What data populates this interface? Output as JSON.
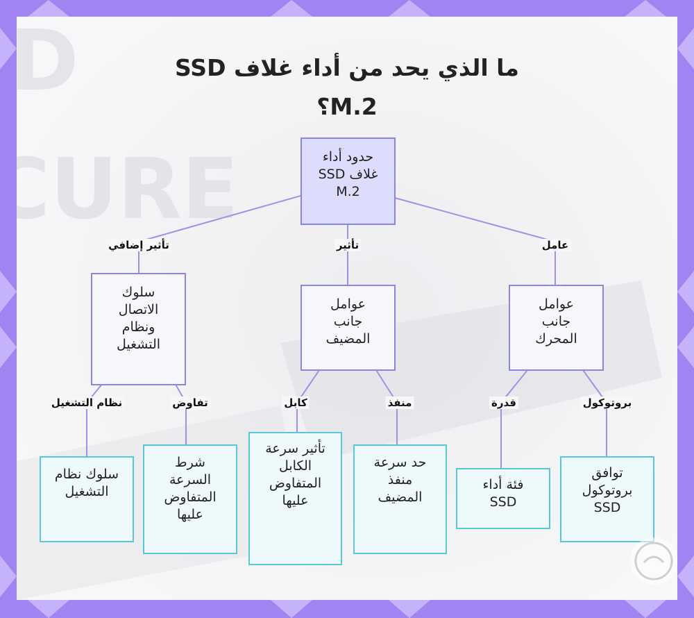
{
  "title": {
    "line1": "ما الذي يحد من أداء غلاف SSD",
    "line2": "M.2؟"
  },
  "watermark": {
    "text": "D\nCURE"
  },
  "nodes": {
    "root": "حدود أداء\nغلاف SSD\nM.2",
    "host_factors": "عوامل\nجانب\nالمضيف",
    "engine_factors": "عوامل\nجانب\nالمحرك",
    "connection_os": "سلوك\nالاتصال\nونظام\nالتشغيل",
    "os_behavior": "سلوك نظام\nالتشغيل",
    "negotiated_speed_condition": "شرط\nالسرعة\nالمتفاوض\nعليها",
    "cable_speed_effect": "تأثير سرعة\nالكابل\nالمتفاوض\nعليها",
    "host_port_limit": "حد سرعة\nمنفذ\nالمضيف",
    "ssd_performance_class": "فئة أداء\nSSD",
    "ssd_protocol_compat": "توافق\nبروتوكول\nSSD"
  },
  "edge_labels": {
    "additional_effect": "تأثير إضافي",
    "effect": "تأثير",
    "factor": "عامل",
    "os": "نظام التشغيل",
    "negotiation": "تفاوض",
    "cable": "كابل",
    "port": "منفذ",
    "capacity": "قدرة",
    "protocol": "بروتوكول"
  },
  "colors": {
    "frame": "#a084f2",
    "card": "#f7f7f9",
    "edge": "#a48ee6",
    "root_fill": "#dcdcfc",
    "mid_border": "#8b87d8",
    "leaf_border": "#58c7d8",
    "leaf_fill": "#eef9fb"
  }
}
